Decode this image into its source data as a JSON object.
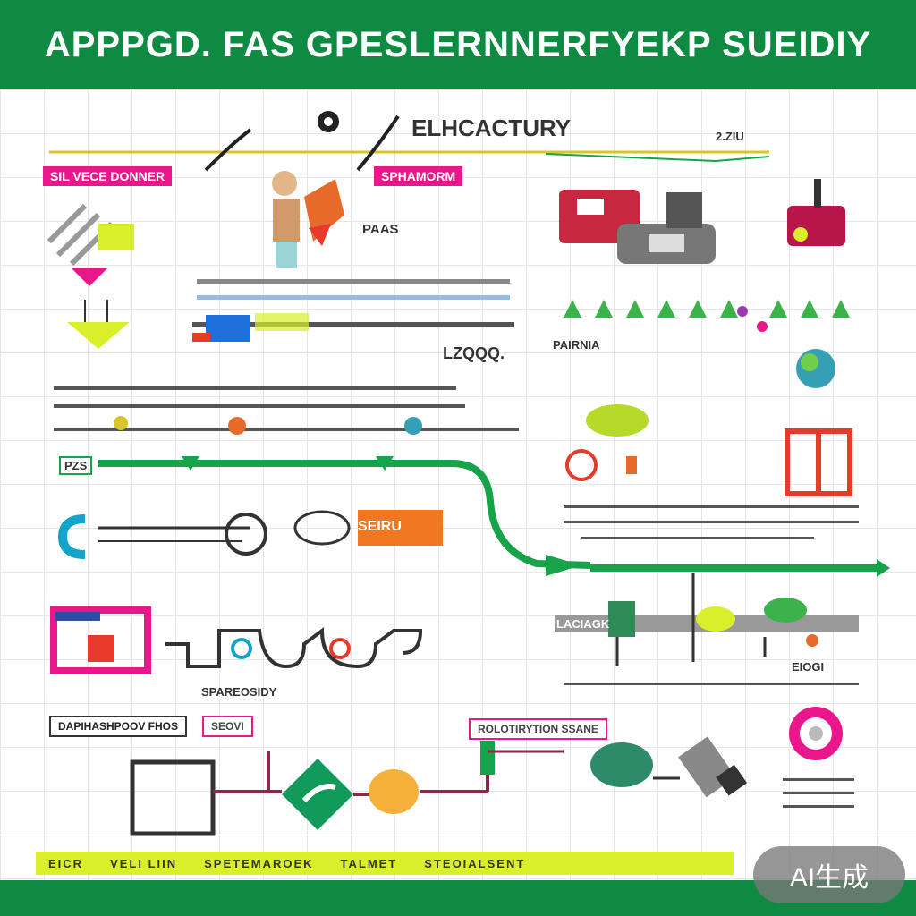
{
  "header": {
    "title": "APPPGD. FAS GPESLERNNERFYEKP SUEIDIY"
  },
  "tags": {
    "left_pink": "SIL VECE DONNER",
    "mid_pink": "SPHAMORM",
    "bottom_left": "DAPIHASHPOOV FHOS",
    "bottom_mid": "SEOVI",
    "bottom_right": "ROLOTIRYTION SSANE"
  },
  "labels": {
    "top_heading": "ELHCACTURY",
    "top_right_num": "2.ZIU",
    "stat": "LZQQQ.",
    "sub_mid": "PAAS",
    "green_start": "PZS",
    "assembly": "SPAREOSIDY",
    "bars_caption": "PAIRNIA",
    "right_lower": "EIOGI",
    "machine_word": "LACIAGK",
    "orange_word": "SEIRU"
  },
  "footer": {
    "items": [
      "EICR",
      "VELI LIIN",
      "SPETEMAROEK",
      "TALMET",
      "STEOIALSENT"
    ]
  },
  "watermark": "AI生成",
  "colors": {
    "brand_green": "#0f8a43",
    "flow_green": "#16a34a",
    "pink": "#e9168c",
    "lime": "#d9ef2a"
  }
}
